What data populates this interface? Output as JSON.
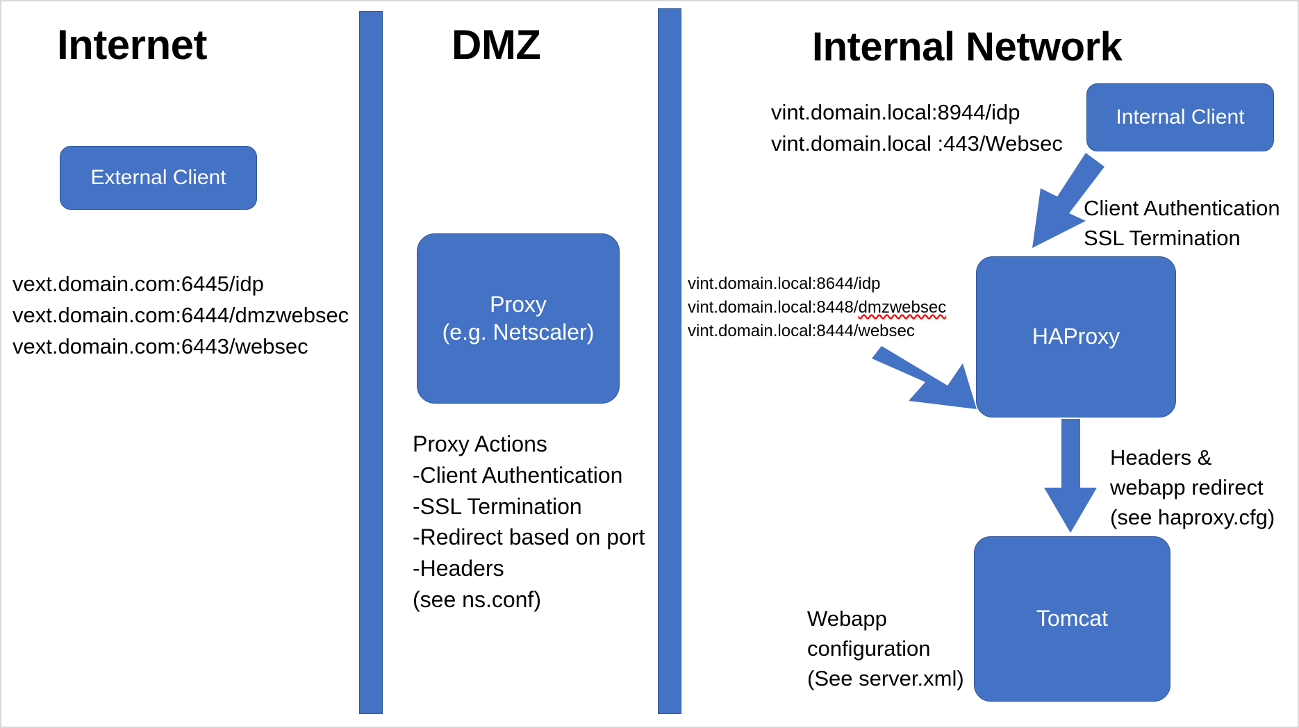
{
  "zones": {
    "internet": {
      "title": "Internet"
    },
    "dmz": {
      "title": "DMZ"
    },
    "internal": {
      "title": "Internal Network"
    }
  },
  "nodes": {
    "external_client": {
      "label": "External Client"
    },
    "proxy": {
      "line1": "Proxy",
      "line2": "(e.g. Netscaler)"
    },
    "internal_client": {
      "label": "Internal Client"
    },
    "haproxy": {
      "label": "HAProxy"
    },
    "tomcat": {
      "label": "Tomcat"
    }
  },
  "text": {
    "vext_urls": "vext.domain.com:6445/idp\nvext.domain.com:6444/dmzwebsec\nvext.domain.com:6443/websec",
    "vint_top_urls": "vint.domain.local:8944/idp\nvint.domain.local :443/Websec",
    "vint_mid_line1": "vint.domain.local:8644/idp",
    "vint_mid_line2_prefix": "vint.domain.local:8448/",
    "vint_mid_line2_misspelled": "dmzwebsec",
    "vint_mid_line3": "vint.domain.local:8444/websec",
    "proxy_actions": "Proxy Actions\n-Client Authentication\n-SSL Termination\n-Redirect based on port\n-Headers\n(see ns.conf)",
    "client_auth_ssl": "Client Authentication\nSSL Termination",
    "headers_webapp_redirect": "Headers &\nwebapp redirect\n(see haproxy.cfg)",
    "webapp_configuration": "Webapp\nconfiguration\n(See server.xml)"
  },
  "colors": {
    "accent_blue": "#4472c4",
    "accent_blue_border": "#2f5597",
    "text_black": "#000000",
    "node_text": "#ffffff",
    "spellcheck_red": "#ff0000",
    "page_background": "#ffffff"
  },
  "arrows": [
    {
      "name": "internal-client-to-haproxy",
      "direction": "down-left"
    },
    {
      "name": "vint-urls-to-haproxy",
      "direction": "down-right"
    },
    {
      "name": "haproxy-to-tomcat",
      "direction": "down"
    }
  ]
}
